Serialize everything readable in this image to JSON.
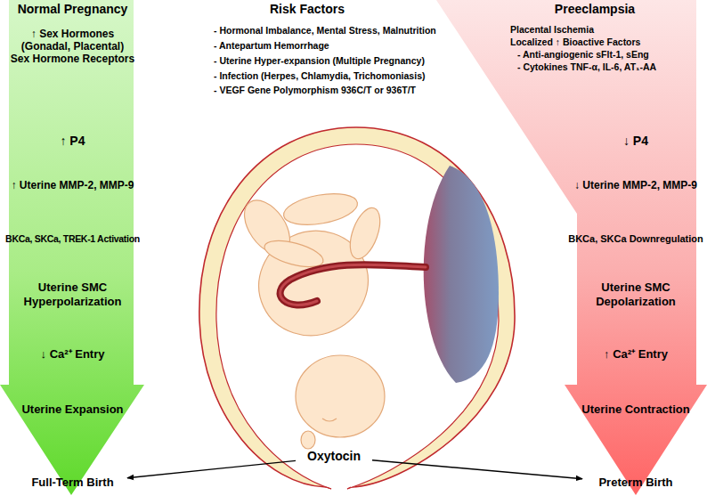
{
  "diagram": {
    "nodes": [
      {
        "text": [
          "Normal Pregnancy",
          "↑ Sex Hormones",
          "(Gonadal, Placental)",
          "Sex Hormone Receptors",
          "↑ P4",
          "↑ Uterine MMP-2, MMP-9",
          "BKCa, SKCa, TREK-1 Activation",
          "Uterine SMC Hyperpolarization",
          "↓ Ca²⁺ Entry",
          "Uterine Expansion"
        ]
      },
      {
        "text": [
          "Full-Term Birth"
        ],
        "in": 0
      },
      {
        "text": [
          "Preeclampsia",
          "Placental Ischemia",
          "Localized ↑ Bioactive Factors",
          "- Anti-angiogenic sFlt-1, sEng",
          "- Cytokines TNF-α, IL-6, AT₁-AA",
          "↓ P4",
          "↓ Uterine MMP-2, MMP-9",
          "BKCa, SKCa Downregulation",
          "Uterine SMC Depolarization",
          "↑ Ca²⁺ Entry",
          "Uterine Contraction"
        ]
      },
      {
        "text": [
          "Preterm Birth"
        ],
        "in": 2
      },
      {
        "text": [
          "Oxytocin"
        ]
      }
    ],
    "edges": [
      {
        "from": 4,
        "to": 1,
        "arrow": "to"
      },
      {
        "from": 4,
        "to": 3,
        "arrow": "to"
      }
    ],
    "labels": [
      "Risk Factors",
      "- Hormonal Imbalance, Mental Stress, Malnutrition",
      "- Antepartum Hemorrhage",
      "- Uterine Hyper-expansion (Multiple Pregnancy)",
      "- Infection (Herpes, Chlamydia, Trichomoniasis)",
      "- VEGF Gene Polymorphism 936C/T or 936T/T"
    ]
  }
}
